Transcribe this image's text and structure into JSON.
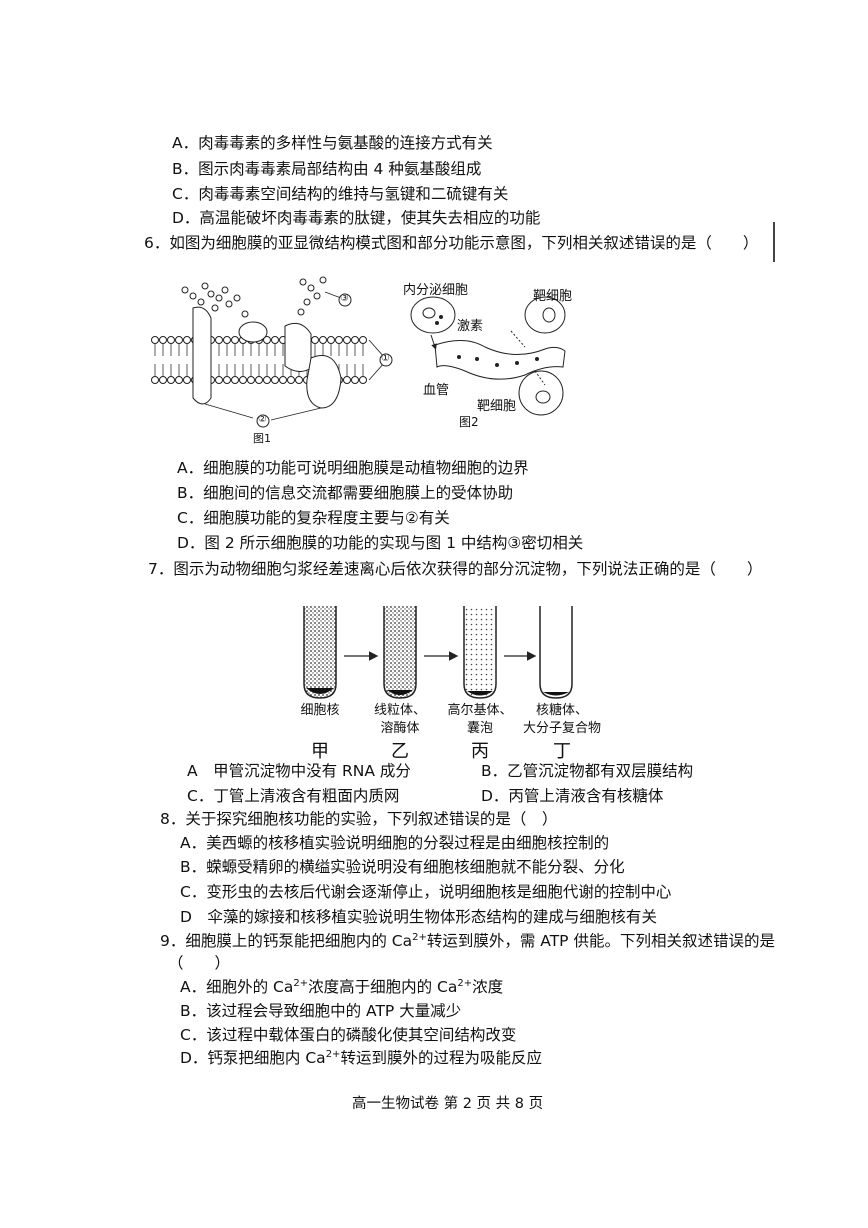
{
  "q5": {
    "options": [
      "A．肉毒毒素的多样性与氨基酸的连接方式有关",
      "B．图示肉毒毒素局部结构由 4 种氨基酸组成",
      "C．肉毒毒素空间结构的维持与氢键和二硫键有关",
      "D．高温能破坏肉毒毒素的肽键，使其失去相应的功能"
    ]
  },
  "q6": {
    "stem": "6．如图为细胞膜的亚显微结构模式图和部分功能示意图，下列相关叙述错误的是（　　）",
    "fig1": {
      "caption": "图1",
      "label1": "①",
      "label2": "②",
      "label3": "③"
    },
    "fig2": {
      "caption": "图2",
      "endocrine": "内分泌细胞",
      "hormone": "激素",
      "target_top": "靶细胞",
      "vessel": "血管",
      "target_bottom": "靶细胞"
    },
    "options": [
      "A．细胞膜的功能可说明细胞膜是动植物细胞的边界",
      "B．细胞间的信息交流都需要细胞膜上的受体协助",
      "C．细胞膜功能的复杂程度主要与②有关",
      "D．图 2 所示细胞膜的功能的实现与图 1 中结构③密切相关"
    ]
  },
  "q7": {
    "stem": "7．图示为动物细胞匀浆经差速离心后依次获得的部分沉淀物，下列说法正确的是（　　）",
    "tubes": [
      {
        "line1": "细胞核",
        "line2": "",
        "mark": "甲"
      },
      {
        "line1": "线粒体、",
        "line2": "溶酶体",
        "mark": "乙"
      },
      {
        "line1": "高尔基体、",
        "line2": "囊泡",
        "mark": "丙"
      },
      {
        "line1": "核糖体、",
        "line2": "大分子复合物",
        "mark": "丁"
      }
    ],
    "optA": "A　甲管沉淀物中没有 RNA 成分",
    "optB": "B．乙管沉淀物都有双层膜结构",
    "optC": "C．丁管上清液含有粗面内质网",
    "optD": "D．丙管上清液含有核糖体"
  },
  "q8": {
    "stem": "8．关于探究细胞核功能的实验，下列叙述错误的是（　）",
    "options": [
      "A．美西螈的核移植实验说明细胞的分裂过程是由细胞核控制的",
      "B．蝾螈受精卵的横缢实验说明没有细胞核细胞就不能分裂、分化",
      "C．变形虫的去核后代谢会逐渐停止，说明细胞核是细胞代谢的控制中心",
      "D　伞藻的嫁接和核移植实验说明生物体形态结构的建成与细胞核有关"
    ]
  },
  "q9": {
    "stem_a": "9．细胞膜上的钙泵能把细胞内的 Ca",
    "stem_b": "转运到膜外，需 ATP 供能。下列相关叙述错误的是",
    "ion_charge": "2+",
    "paren": "（　　）",
    "optA_a": "A．细胞外的 Ca",
    "optA_b": "浓度高于细胞内的 Ca",
    "optA_c": "浓度",
    "optB": "B．该过程会导致细胞中的 ATP 大量减少",
    "optC": "C．该过程中载体蛋白的磷酸化使其空间结构改变",
    "optD_a": "D．钙泵把细胞内 Ca",
    "optD_b": "转运到膜外的过程为吸能反应"
  },
  "footer": "高一生物试卷 第 2 页 共 8 页"
}
